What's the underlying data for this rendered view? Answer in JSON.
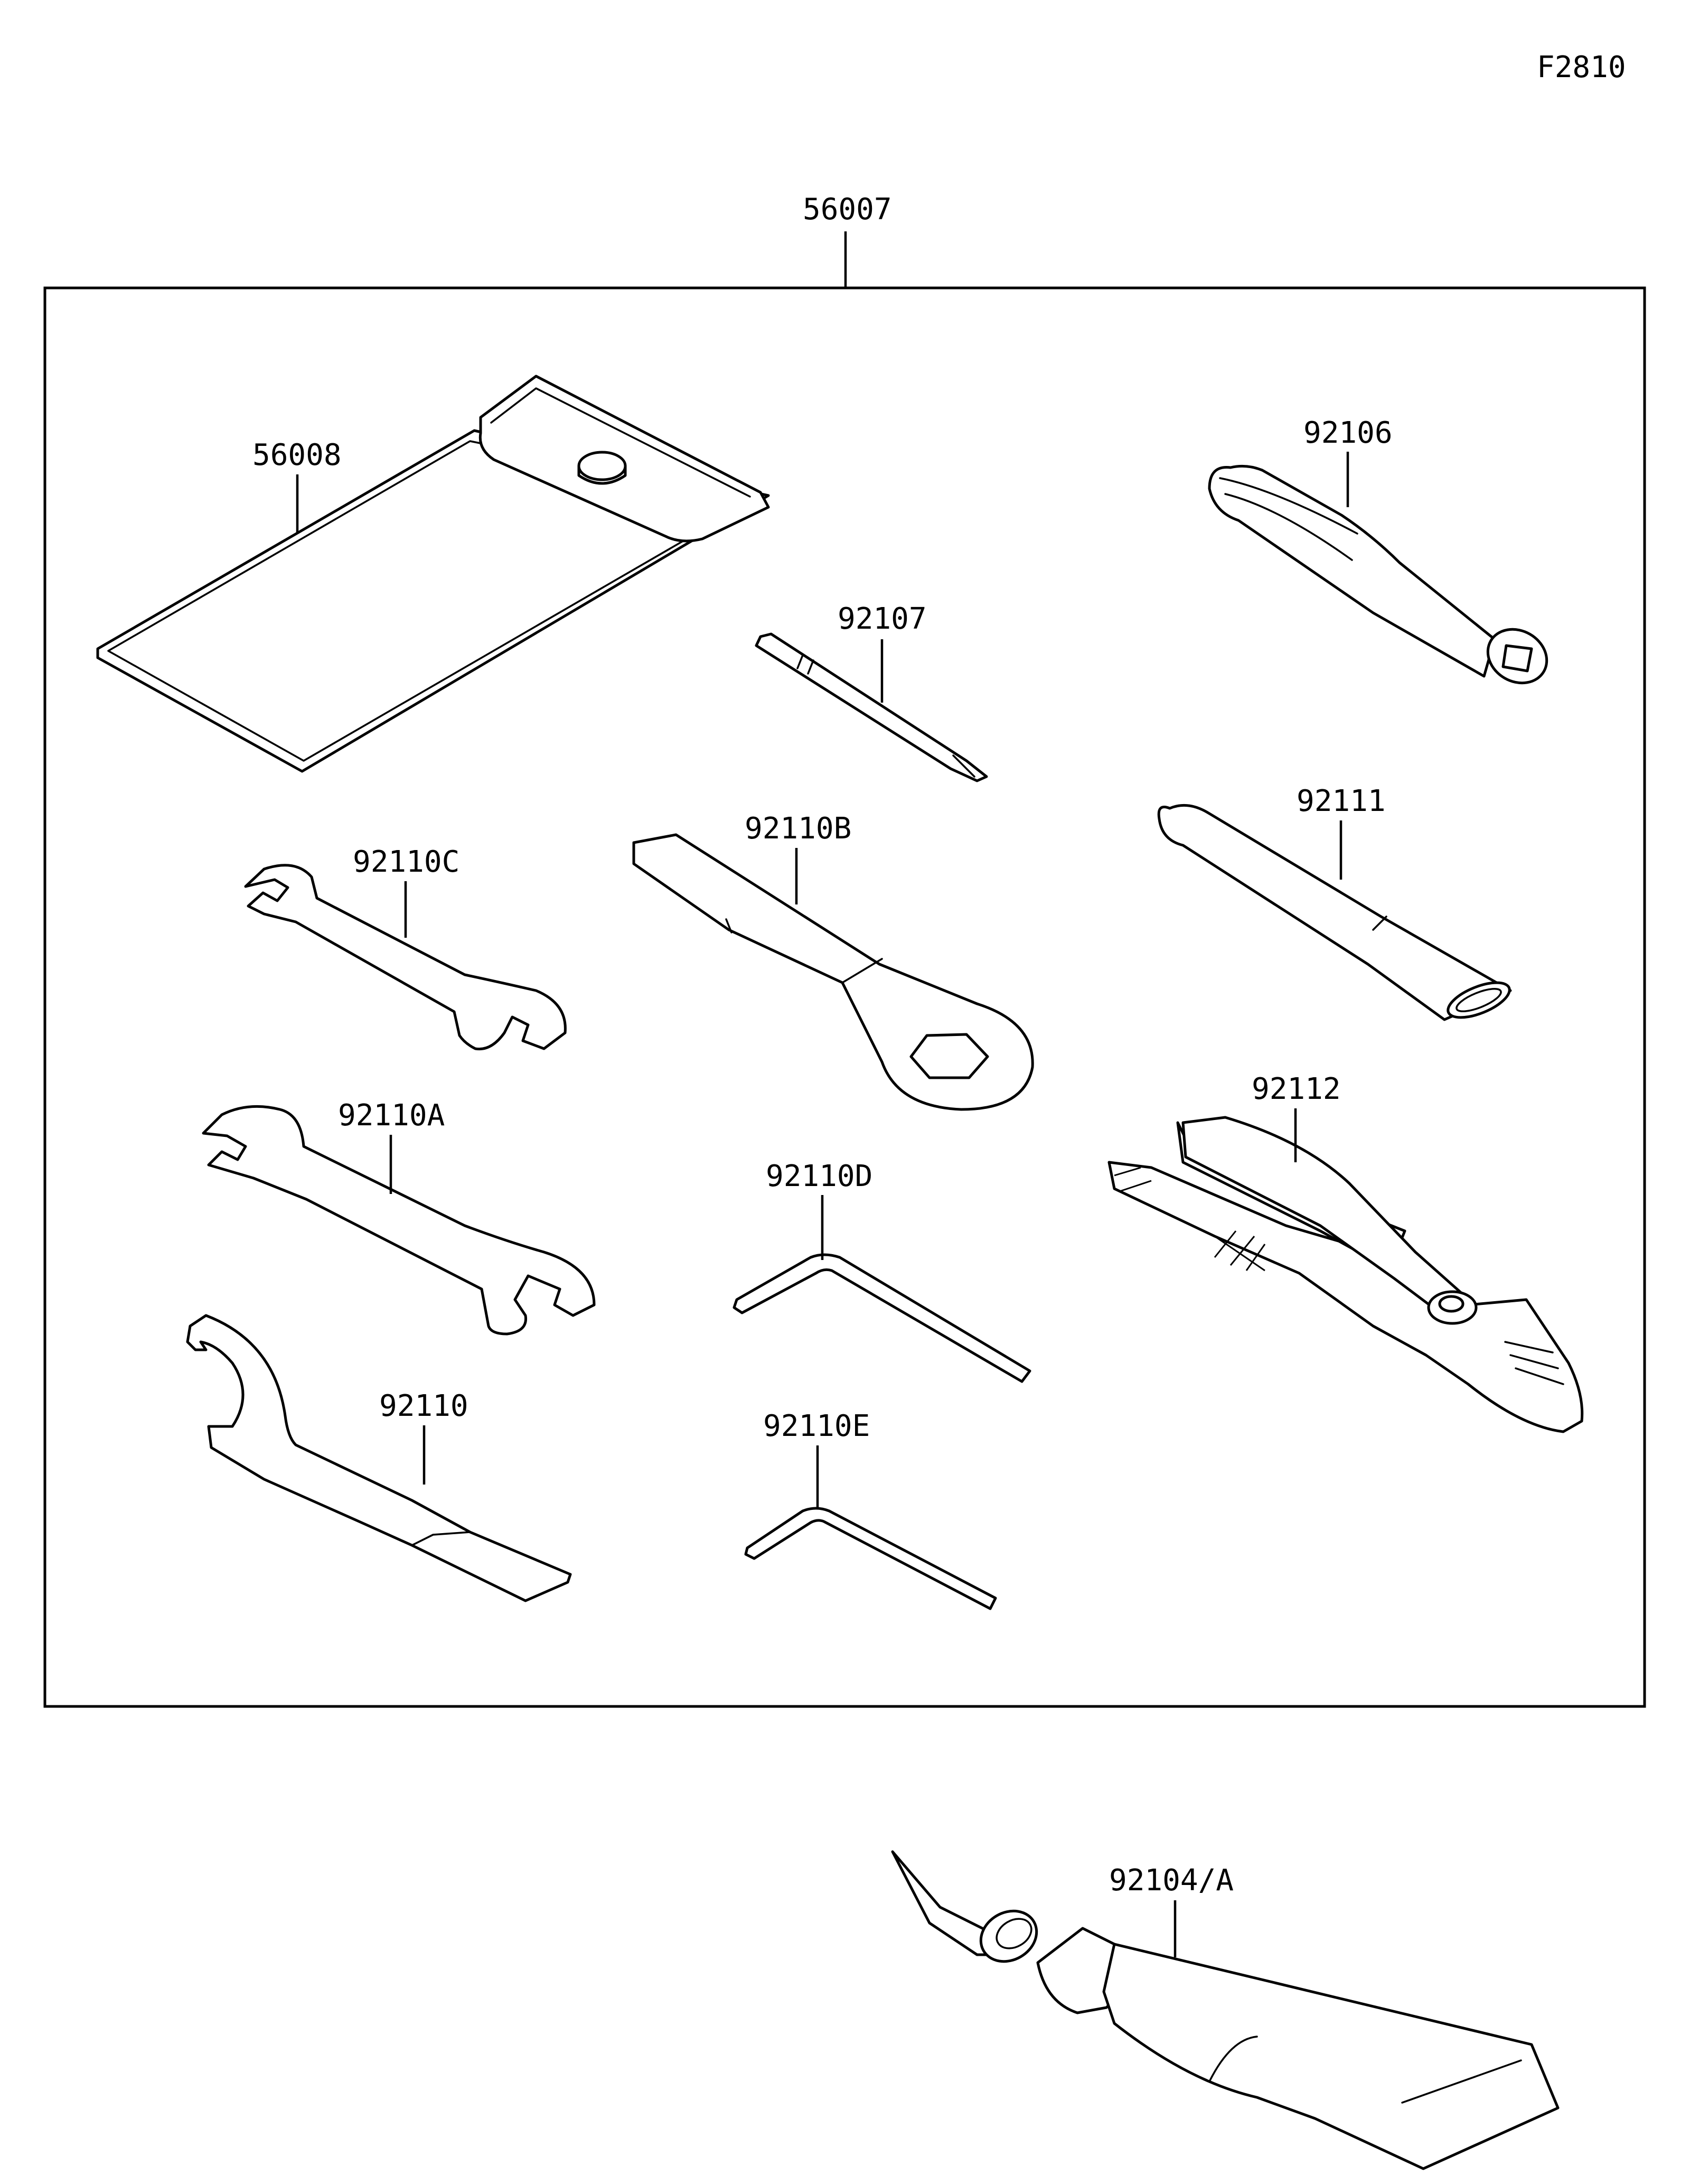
{
  "figure_id": "F2810",
  "kit": {
    "part_number": "56007"
  },
  "parts": {
    "p56008": "56008",
    "p92106": "92106",
    "p92107": "92107",
    "p92111": "92111",
    "p92110B": "92110B",
    "p92110C": "92110C",
    "p92110A": "92110A",
    "p92112": "92112",
    "p92110D": "92110D",
    "p92110": "92110",
    "p92110E": "92110E",
    "p92104A": "92104/A"
  }
}
